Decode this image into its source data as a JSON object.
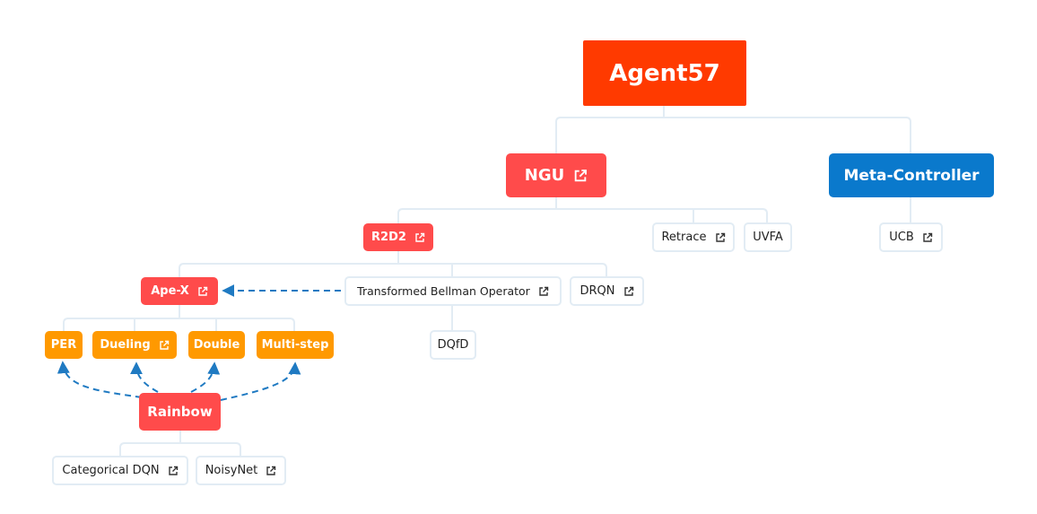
{
  "nodes": {
    "agent57": "Agent57",
    "ngu": "NGU",
    "meta_controller": "Meta-Controller",
    "r2d2": "R2D2",
    "retrace": "Retrace",
    "uvfa": "UVFA",
    "ucb": "UCB",
    "apex": "Ape-X",
    "transformed_bellman": "Transformed Bellman Operator",
    "drqn": "DRQN",
    "dqfd": "DQfD",
    "per": "PER",
    "dueling": "Dueling",
    "double": "Double",
    "multistep": "Multi-step",
    "rainbow": "Rainbow",
    "categorical_dqn": "Categorical DQN",
    "noisynet": "NoisyNet"
  },
  "colors": {
    "root": "#ff3a00",
    "primary_node": "#ff4b4b",
    "secondary_node": "#0a79cc",
    "component_node": "#ff9900",
    "connector": "#e2ecf4",
    "relation_arrow": "#1f7ac2"
  }
}
